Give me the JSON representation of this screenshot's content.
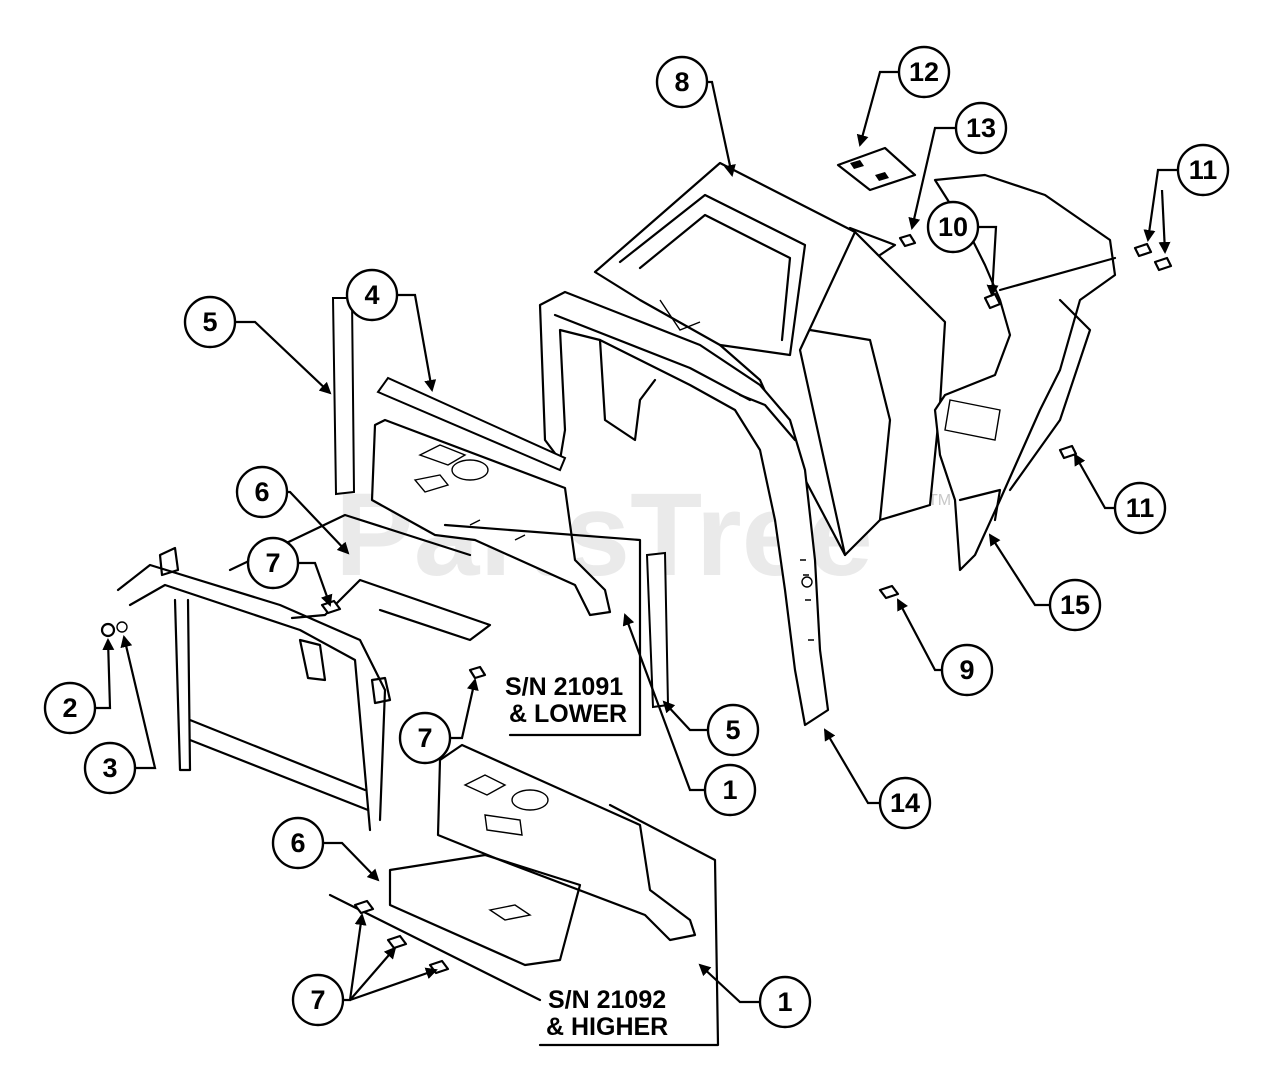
{
  "watermark": {
    "text": "PartsTree",
    "tm": "TM"
  },
  "notes": {
    "sn_lower_line1": "S/N 21091",
    "sn_lower_line2": "& LOWER",
    "sn_higher_line1": "S/N 21092",
    "sn_higher_line2": "& HIGHER"
  },
  "callouts": {
    "c1a": "1",
    "c1b": "1",
    "c2": "2",
    "c3": "3",
    "c4": "4",
    "c5a": "5",
    "c5b": "5",
    "c6a": "6",
    "c6b": "6",
    "c7a": "7",
    "c7b": "7",
    "c7c": "7",
    "c8": "8",
    "c9": "9",
    "c10": "10",
    "c11a": "11",
    "c11b": "11",
    "c12": "12",
    "c13": "13",
    "c14": "14",
    "c15": "15"
  }
}
